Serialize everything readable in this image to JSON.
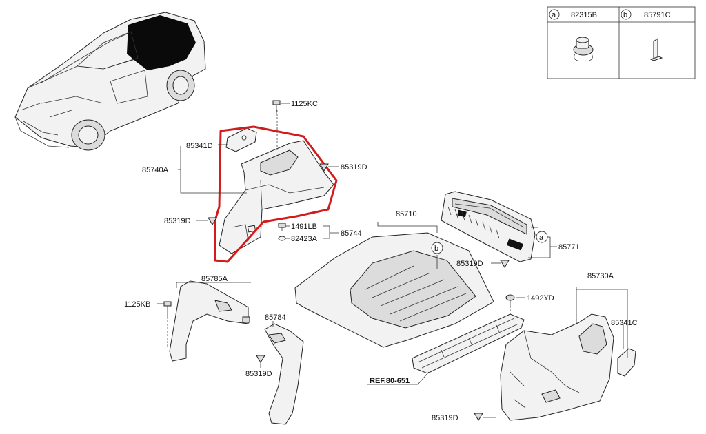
{
  "legend": {
    "items": [
      {
        "letter": "a",
        "part": "82315B"
      },
      {
        "letter": "b",
        "part": "85791C"
      }
    ]
  },
  "labels": {
    "p1125KC": "1125KC",
    "p85341D": "85341D",
    "p85740A": "85740A",
    "p85319D_a": "85319D",
    "p85319D_b": "85319D",
    "p1491LB": "1491LB",
    "p82423A": "82423A",
    "p85744": "85744",
    "p85710": "85710",
    "p85771": "85771",
    "p85319D_c": "85319D",
    "p85785A": "85785A",
    "p1125KB": "1125KB",
    "p85784": "85784",
    "p85319D_d": "85319D",
    "p1492YD": "1492YD",
    "p85730A": "85730A",
    "p85341C": "85341C",
    "ref": "REF.80-651",
    "p85319D_e": "85319D",
    "callout_a": "a",
    "callout_b": "b"
  },
  "colors": {
    "highlight": "#d21c1c",
    "ink": "#111111"
  }
}
